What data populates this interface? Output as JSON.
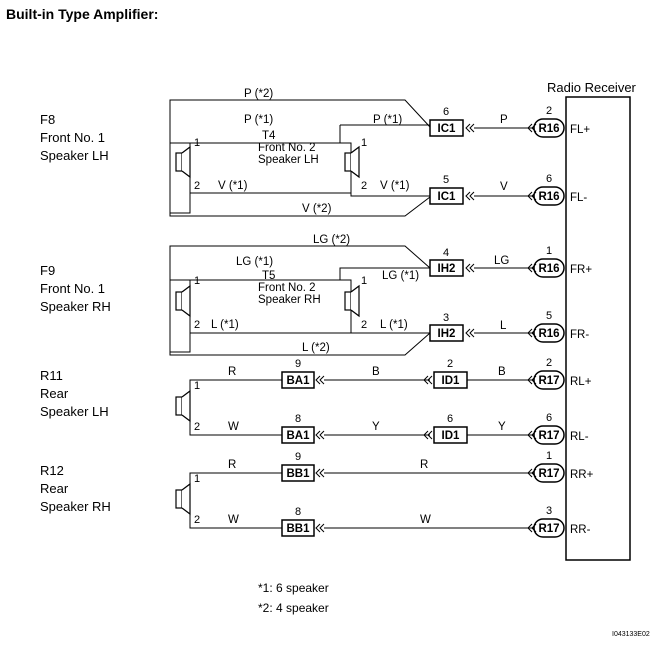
{
  "title": "Built-in Type Amplifier:",
  "radio_receiver": "Radio Receiver",
  "speakers": {
    "f8": {
      "code": "F8",
      "line1": "Front No. 1",
      "line2": "Speaker LH"
    },
    "t4": {
      "code": "T4",
      "line1": "Front No. 2",
      "line2": "Speaker LH"
    },
    "f9": {
      "code": "F9",
      "line1": "Front No. 1",
      "line2": "Speaker RH"
    },
    "t5": {
      "code": "T5",
      "line1": "Front No. 2",
      "line2": "Speaker RH"
    },
    "r11": {
      "code": "R11",
      "line1": "Rear",
      "line2": "Speaker LH"
    },
    "r12": {
      "code": "R12",
      "line1": "Rear",
      "line2": "Speaker RH"
    }
  },
  "speaker_pins": {
    "p1": "1",
    "p2": "2"
  },
  "connectors": {
    "ic1": "IC1",
    "ih2": "IH2",
    "r16": "R16",
    "r17": "R17",
    "ba1": "BA1",
    "bb1": "BB1",
    "id1": "ID1"
  },
  "pins": {
    "ic1_top": "6",
    "ic1_bot": "5",
    "ih2_top": "4",
    "ih2_bot": "3",
    "r16_fl_plus": "2",
    "r16_fl_minus": "6",
    "r16_fr_plus": "1",
    "r16_fr_minus": "5",
    "r17_rl_plus": "2",
    "r17_rl_minus": "6",
    "r17_rr_plus": "1",
    "r17_rr_minus": "3",
    "ba1_top": "9",
    "ba1_bot": "8",
    "id1_top": "2",
    "id1_bot": "6",
    "bb1_top": "9",
    "bb1_bot": "8"
  },
  "terminals": {
    "fl_plus": "FL+",
    "fl_minus": "FL-",
    "fr_plus": "FR+",
    "fr_minus": "FR-",
    "rl_plus": "RL+",
    "rl_minus": "RL-",
    "rr_plus": "RR+",
    "rr_minus": "RR-"
  },
  "wires": {
    "p_4spk": "P (*2)",
    "p_6spk": "P (*1)",
    "p_6spk_b": "P (*1)",
    "p": "P",
    "v_6spk": "V (*1)",
    "v_6spk_b": "V (*1)",
    "v_4spk": "V (*2)",
    "v": "V",
    "lg_4spk": "LG (*2)",
    "lg_6spk": "LG (*1)",
    "lg_6spk_b": "LG (*1)",
    "lg": "LG",
    "l_6spk": "L (*1)",
    "l_6spk_b": "L (*1)",
    "l_4spk": "L (*2)",
    "l": "L",
    "r_rl": "R",
    "b_rl": "B",
    "b_rl2": "B",
    "w_rl": "W",
    "y_rl": "Y",
    "y_rl2": "Y",
    "r_rr": "R",
    "r_rr2": "R",
    "w_rr": "W",
    "w_rr2": "W"
  },
  "notes": {
    "n1": "*1: 6 speaker",
    "n2": "*2: 4 speaker"
  },
  "figure_code": "I043133E02"
}
